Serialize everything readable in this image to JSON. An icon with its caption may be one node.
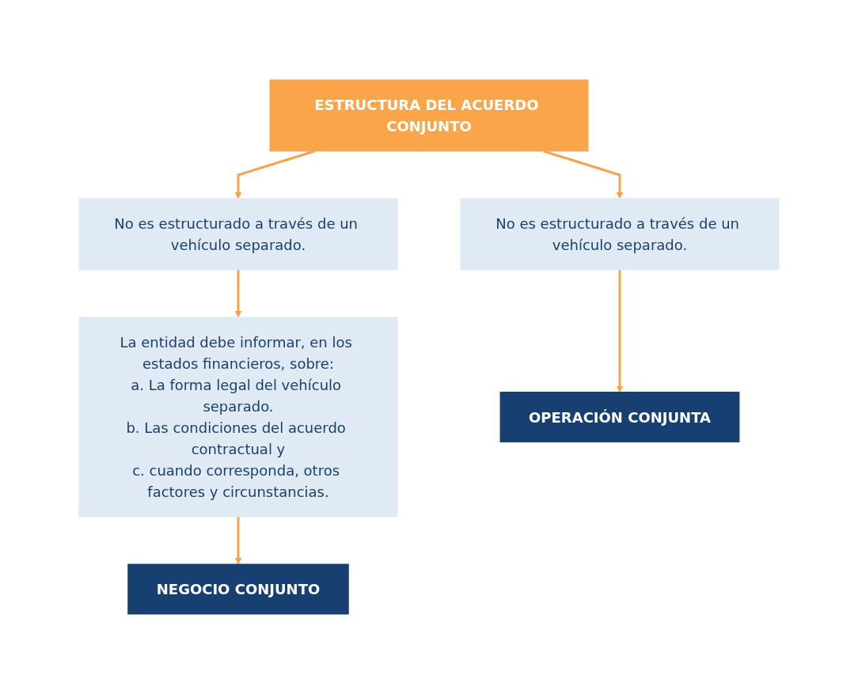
{
  "diagram": {
    "nodes": [
      {
        "text": [
          "ESTRUCTURA DEL ACUERDO CONJUNTO"
        ]
      },
      {
        "text": [
          "No es estructurado a través de un vehículo separado."
        ]
      },
      {
        "text": [
          "No es estructurado a través de un vehículo separado."
        ]
      },
      {
        "text": [
          "La entidad debe informar, en los estados financieros, sobre:",
          "a. La forma legal del vehículo separado.",
          "b. Las condiciones del acuerdo contractual y",
          "c. cuando corresponda, otros factores y circunstancias."
        ]
      },
      {
        "text": [
          "OPERACIÓN CONJUNTA"
        ]
      },
      {
        "text": [
          "NEGOCIO CONJUNTO"
        ]
      }
    ],
    "edges": [
      {
        "from": 0,
        "to": 1,
        "arrow": "to"
      },
      {
        "from": 0,
        "to": 2,
        "arrow": "to"
      },
      {
        "from": 1,
        "to": 4,
        "arrow": "to"
      },
      {
        "from": 2,
        "to": 3,
        "arrow": "to"
      },
      {
        "from": 3,
        "to": 5,
        "arrow": "to"
      }
    ]
  }
}
